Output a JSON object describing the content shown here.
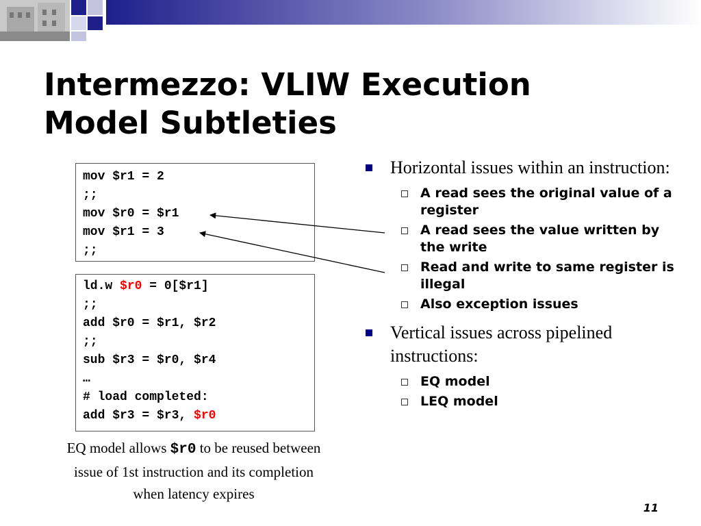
{
  "title_line1": "Intermezzo: VLIW Execution",
  "title_line2": "Model Subtleties",
  "code_box_1": [
    "mov $r1 = 2",
    ";;",
    "mov $r0 = $r1",
    "mov $r1 = 3",
    ";;"
  ],
  "code_box_2": {
    "line1_prefix": "ld.w ",
    "line1_red": "$r0",
    "line1_suffix": " = 0[$r1]",
    "middle": [
      ";;",
      "add $r0 = $r1, $r2",
      ";;",
      "sub $r3 = $r0, $r4",
      "…",
      "# load completed:"
    ],
    "last_prefix": "add $r3 = $r3, ",
    "last_red": "$r0"
  },
  "caption": {
    "pre": "EQ model allows ",
    "code": "$r0",
    "post": " to be reused between issue of 1st instruction and its completion when latency expires"
  },
  "bullets": {
    "horizontal": "Horizontal issues within an instruction:",
    "horizontal_sub": [
      "A read sees the original value of a register",
      "A read sees the value written by the write",
      "Read and write to same register is illegal",
      "Also exception issues"
    ],
    "vertical": "Vertical issues across pipelined instructions:",
    "vertical_sub": [
      "EQ model",
      "LEQ model"
    ]
  },
  "page_number": "11",
  "colors": {
    "accent_square": "#000080",
    "highlight": "#ff0000",
    "banner_blue": "#1f1f8c"
  }
}
